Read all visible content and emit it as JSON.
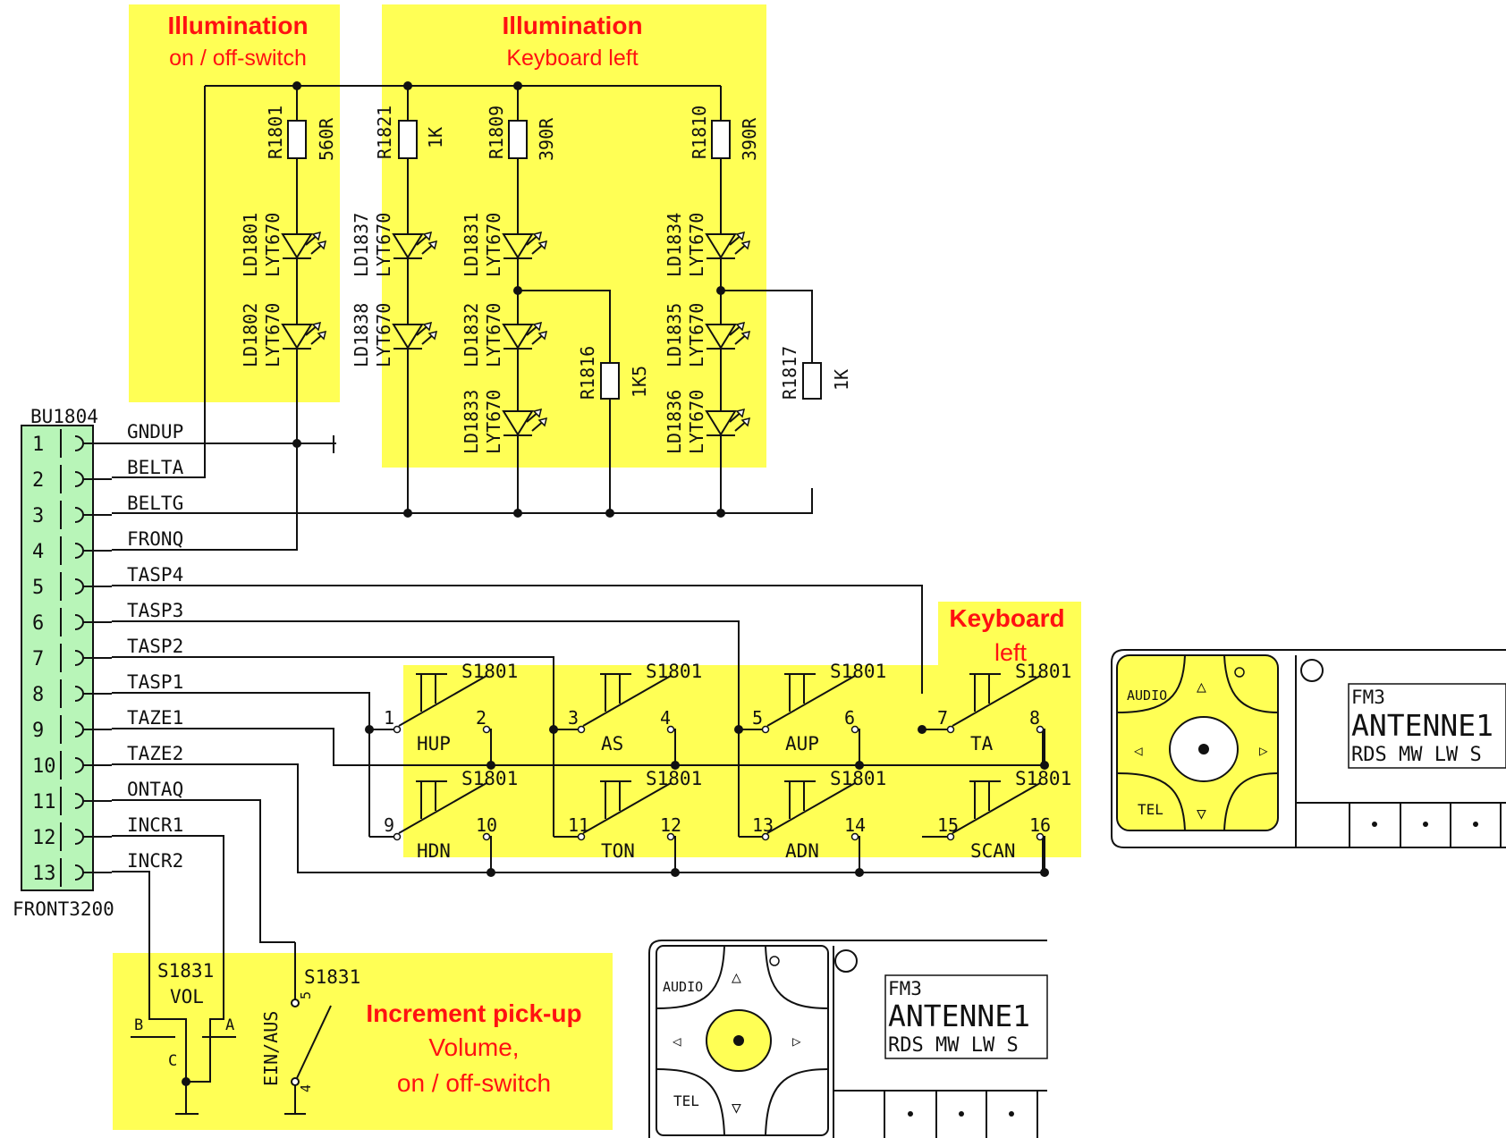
{
  "colors": {
    "highlight": "#ffff55",
    "connector": "#b8f5b8",
    "caption": "#ff1111",
    "ink": "#111111"
  },
  "captions": {
    "illum_switch_title": "Illumination",
    "illum_switch_sub": "on / off-switch",
    "illum_kbd_title": "Illumination",
    "illum_kbd_sub": "Keyboard left",
    "keyboard_title": "Keyboard",
    "keyboard_sub": "left",
    "increment_title": "Increment pick-up",
    "increment_sub1": "Volume,",
    "increment_sub2": "on / off-switch"
  },
  "connector": {
    "ref": "BU1804",
    "part": "FRONT3200",
    "pins": [
      {
        "num": "1",
        "signal": "GNDUP"
      },
      {
        "num": "2",
        "signal": "BELTA"
      },
      {
        "num": "3",
        "signal": "BELTG"
      },
      {
        "num": "4",
        "signal": "FRONQ"
      },
      {
        "num": "5",
        "signal": "TASP4"
      },
      {
        "num": "6",
        "signal": "TASP3"
      },
      {
        "num": "7",
        "signal": "TASP2"
      },
      {
        "num": "8",
        "signal": "TASP1"
      },
      {
        "num": "9",
        "signal": "TAZE1"
      },
      {
        "num": "10",
        "signal": "TAZE2"
      },
      {
        "num": "11",
        "signal": "ONTAQ"
      },
      {
        "num": "12",
        "signal": "INCR1"
      },
      {
        "num": "13",
        "signal": "INCR2"
      }
    ]
  },
  "resistors": [
    {
      "ref": "R1801",
      "value": "560R"
    },
    {
      "ref": "R1821",
      "value": "1K"
    },
    {
      "ref": "R1809",
      "value": "390R"
    },
    {
      "ref": "R1810",
      "value": "390R"
    },
    {
      "ref": "R1816",
      "value": "1K5"
    },
    {
      "ref": "R1817",
      "value": "1K"
    }
  ],
  "leds": [
    {
      "ref": "LD1801",
      "type": "LYT670"
    },
    {
      "ref": "LD1802",
      "type": "LYT670"
    },
    {
      "ref": "LD1837",
      "type": "LYT670"
    },
    {
      "ref": "LD1838",
      "type": "LYT670"
    },
    {
      "ref": "LD1831",
      "type": "LYT670"
    },
    {
      "ref": "LD1832",
      "type": "LYT670"
    },
    {
      "ref": "LD1833",
      "type": "LYT670"
    },
    {
      "ref": "LD1834",
      "type": "LYT670"
    },
    {
      "ref": "LD1835",
      "type": "LYT670"
    },
    {
      "ref": "LD1836",
      "type": "LYT670"
    }
  ],
  "switches": [
    {
      "ref": "S1801",
      "pin_a": "1",
      "pin_b": "2",
      "name": "HUP"
    },
    {
      "ref": "S1801",
      "pin_a": "3",
      "pin_b": "4",
      "name": "AS"
    },
    {
      "ref": "S1801",
      "pin_a": "5",
      "pin_b": "6",
      "name": "AUP"
    },
    {
      "ref": "S1801",
      "pin_a": "7",
      "pin_b": "8",
      "name": "TA"
    },
    {
      "ref": "S1801",
      "pin_a": "9",
      "pin_b": "10",
      "name": "HDN"
    },
    {
      "ref": "S1801",
      "pin_a": "11",
      "pin_b": "12",
      "name": "TON"
    },
    {
      "ref": "S1801",
      "pin_a": "13",
      "pin_b": "14",
      "name": "ADN"
    },
    {
      "ref": "S1801",
      "pin_a": "15",
      "pin_b": "16",
      "name": "SCAN"
    }
  ],
  "encoder": {
    "ref": "S1831",
    "name": "VOL",
    "pin_b": "B",
    "pin_a": "A",
    "pin_c": "C"
  },
  "power_switch": {
    "ref": "S1831",
    "label": "EIN/AUS",
    "pin_top": "5",
    "pin_bottom": "4"
  },
  "front_panel": {
    "audio": "AUDIO",
    "tel": "TEL",
    "band": "FM3",
    "station": "ANTENNE1",
    "modes": "RDS MW  LW  S",
    "modes_short": "RDS MW  LW  S"
  }
}
